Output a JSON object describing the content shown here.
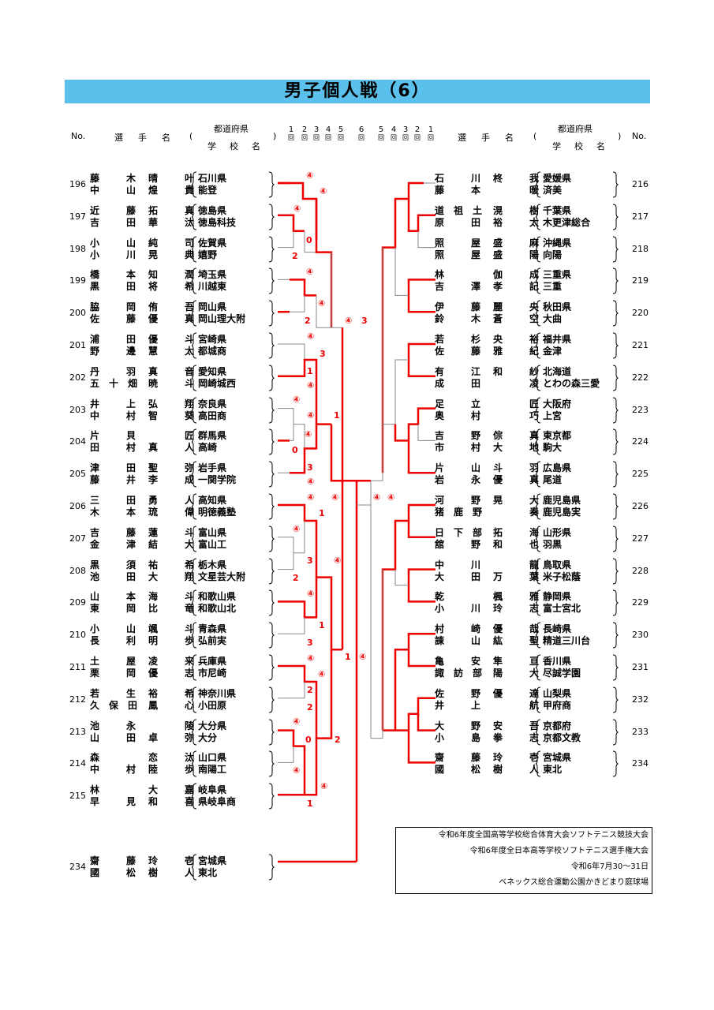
{
  "title": "男子個人戦（6）",
  "header": {
    "no": "No.",
    "player": "選　手　名",
    "pref": "都道府県",
    "school": "学　校　名",
    "rounds_left": [
      "1",
      "2",
      "3",
      "4",
      "5",
      "6"
    ],
    "rounds_right": [
      "6",
      "5",
      "4",
      "3",
      "2",
      "1"
    ],
    "round_mark": "回"
  },
  "left": [
    {
      "no": "196",
      "p": [
        [
          "藤木",
          "晴叶",
          "石川",
          "県"
        ],
        [
          "中山",
          "煌貴",
          "能",
          "登"
        ]
      ]
    },
    {
      "no": "197",
      "p": [
        [
          "近藤",
          "拓真",
          "徳島",
          "県"
        ],
        [
          "吉田",
          "華汰",
          "徳島科",
          "技"
        ]
      ]
    },
    {
      "no": "198",
      "p": [
        [
          "小山",
          "純司",
          "佐賀",
          "県"
        ],
        [
          "小川",
          "晃典",
          "嬉",
          "野"
        ]
      ]
    },
    {
      "no": "199",
      "p": [
        [
          "橋本",
          "知潤",
          "埼玉",
          "県"
        ],
        [
          "黒田",
          "将希",
          "川越",
          "東"
        ]
      ]
    },
    {
      "no": "200",
      "p": [
        [
          "脇岡",
          "侑吾",
          "岡山",
          "県"
        ],
        [
          "佐藤",
          "優真",
          "岡山理大",
          "附"
        ]
      ]
    },
    {
      "no": "201",
      "p": [
        [
          "浦田",
          "優斗",
          "宮崎",
          "県"
        ],
        [
          "野邊",
          "慧太",
          "都城",
          "商"
        ]
      ]
    },
    {
      "no": "202",
      "p": [
        [
          "丹羽",
          "真音",
          "愛知",
          "県"
        ],
        [
          "五十畑",
          "暁斗",
          "岡崎城",
          "西"
        ]
      ]
    },
    {
      "no": "203",
      "p": [
        [
          "井上",
          "弘翔",
          "奈良",
          "県"
        ],
        [
          "中村",
          "智葵",
          "高田",
          "商"
        ]
      ]
    },
    {
      "no": "204",
      "p": [
        [
          "片貝",
          "匠",
          "群馬",
          "県"
        ],
        [
          "田村",
          "真人",
          "高",
          "崎"
        ]
      ]
    },
    {
      "no": "205",
      "p": [
        [
          "津田",
          "聖弥",
          "岩手",
          "県"
        ],
        [
          "藤井",
          "李成",
          "一関学",
          "院"
        ]
      ]
    },
    {
      "no": "206",
      "p": [
        [
          "三田",
          "勇人",
          "高知",
          "県"
        ],
        [
          "木本",
          "琉偉",
          "明徳義",
          "塾"
        ]
      ]
    },
    {
      "no": "207",
      "p": [
        [
          "吉藤",
          "蓮斗",
          "富山",
          "県"
        ],
        [
          "金津",
          "結大",
          "富山",
          "工"
        ]
      ]
    },
    {
      "no": "208",
      "p": [
        [
          "黒須",
          "祐希",
          "栃木",
          "県"
        ],
        [
          "池田",
          "大翔",
          "文星芸大",
          "附"
        ]
      ]
    },
    {
      "no": "209",
      "p": [
        [
          "山本",
          "海斗",
          "和歌山",
          "県"
        ],
        [
          "東岡",
          "比竜",
          "和歌山",
          "北"
        ]
      ]
    },
    {
      "no": "210",
      "p": [
        [
          "小山",
          "颯斗",
          "青森",
          "県"
        ],
        [
          "長利",
          "明歩",
          "弘前",
          "実"
        ]
      ]
    },
    {
      "no": "211",
      "p": [
        [
          "土屋",
          "凌来",
          "兵庫",
          "県"
        ],
        [
          "栗岡",
          "優志",
          "市尼",
          "崎"
        ]
      ]
    },
    {
      "no": "212",
      "p": [
        [
          "若生",
          "裕希",
          "神奈川",
          "県"
        ],
        [
          "久保田",
          "鳳心",
          "小田",
          "原"
        ]
      ]
    },
    {
      "no": "213",
      "p": [
        [
          "池永",
          "陵",
          "大分",
          "県"
        ],
        [
          "山田",
          "卓弥",
          "大",
          "分"
        ]
      ]
    },
    {
      "no": "214",
      "p": [
        [
          "森",
          "恋汰",
          "山口",
          "県"
        ],
        [
          "中村",
          "陸歩",
          "南陽",
          "工"
        ]
      ]
    },
    {
      "no": "215",
      "p": [
        [
          "林",
          "大嘉",
          "岐阜",
          "県"
        ],
        [
          "早見",
          "和喜",
          "県岐阜",
          "商"
        ]
      ]
    }
  ],
  "right": [
    {
      "no": "216",
      "p": [
        [
          "石川",
          "柊我",
          "愛媛",
          "県"
        ],
        [
          "藤本",
          "暖",
          "済",
          "美"
        ]
      ]
    },
    {
      "no": "217",
      "p": [
        [
          "道祖土",
          "滉樹",
          "千葉",
          "県"
        ],
        [
          "原田",
          "裕太",
          "木更津総",
          "合"
        ]
      ]
    },
    {
      "no": "218",
      "p": [
        [
          "照屋",
          "盛麻",
          "沖縄",
          "県"
        ],
        [
          "照屋",
          "盛陽",
          "向",
          "陽"
        ]
      ]
    },
    {
      "no": "219",
      "p": [
        [
          "林",
          "伽成",
          "三重",
          "県"
        ],
        [
          "吉澤",
          "孝記",
          "三",
          "重"
        ]
      ]
    },
    {
      "no": "220",
      "p": [
        [
          "伊藤",
          "麗央",
          "秋田",
          "県"
        ],
        [
          "鈴木",
          "蒼空",
          "大",
          "曲"
        ]
      ]
    },
    {
      "no": "221",
      "p": [
        [
          "若杉",
          "央裕",
          "福井",
          "県"
        ],
        [
          "佐藤",
          "雅紀",
          "金",
          "津"
        ]
      ]
    },
    {
      "no": "222",
      "p": [
        [
          "有江",
          "和紗",
          "北海",
          "道"
        ],
        [
          "成田",
          "凌",
          "とわの森三",
          "愛"
        ]
      ]
    },
    {
      "no": "223",
      "p": [
        [
          "足立",
          "匠",
          "大阪",
          "府"
        ],
        [
          "奥村",
          "巧",
          "上",
          "宮"
        ]
      ]
    },
    {
      "no": "224",
      "p": [
        [
          "吉野",
          "倧真",
          "東京",
          "都"
        ],
        [
          "市村",
          "大地",
          "駒",
          "大"
        ]
      ]
    },
    {
      "no": "225",
      "p": [
        [
          "片山",
          "斗羽",
          "広島",
          "県"
        ],
        [
          "岩永",
          "優真",
          "尾",
          "道"
        ]
      ]
    },
    {
      "no": "226",
      "p": [
        [
          "河野",
          "晃大",
          "鹿児島",
          "県"
        ],
        [
          "猪鹿野",
          "奏",
          "鹿児島",
          "実"
        ]
      ]
    },
    {
      "no": "227",
      "p": [
        [
          "日下部",
          "拓海",
          "山形",
          "県"
        ],
        [
          "舘野",
          "和也",
          "羽",
          "黒"
        ]
      ]
    },
    {
      "no": "228",
      "p": [
        [
          "中川",
          "龍",
          "鳥取",
          "県"
        ],
        [
          "大田",
          "万葉",
          "米子松",
          "蔭"
        ]
      ]
    },
    {
      "no": "229",
      "p": [
        [
          "乾",
          "楓雅",
          "静岡",
          "県"
        ],
        [
          "小川",
          "玲志",
          "富士宮",
          "北"
        ]
      ]
    },
    {
      "no": "230",
      "p": [
        [
          "村崎",
          "優哉",
          "長崎",
          "県"
        ],
        [
          "諌山",
          "紘聖",
          "精道三川",
          "台"
        ]
      ]
    },
    {
      "no": "231",
      "p": [
        [
          "亀安",
          "隼亘",
          "香川",
          "県"
        ],
        [
          "諏訪部",
          "陽大",
          "尽誠学",
          "園"
        ]
      ]
    },
    {
      "no": "232",
      "p": [
        [
          "佐野",
          "優達",
          "山梨",
          "県"
        ],
        [
          "井上",
          "航",
          "甲府",
          "商"
        ]
      ]
    },
    {
      "no": "233",
      "p": [
        [
          "大野",
          "安吾",
          "京都",
          "府"
        ],
        [
          "小島",
          "拳志",
          "京都文",
          "教"
        ]
      ]
    },
    {
      "no": "234",
      "p": [
        [
          "齋藤",
          "玲壱",
          "宮城",
          "県"
        ],
        [
          "國松",
          "樹人",
          "東",
          "北"
        ]
      ]
    }
  ],
  "extra": {
    "no": "234",
    "p": [
      [
        "齋藤",
        "玲壱",
        "宮城",
        "県"
      ],
      [
        "國松",
        "樹人",
        "東",
        "北"
      ]
    ]
  },
  "scores_left": [
    "④",
    "④",
    "④",
    "0",
    "2",
    "④",
    "④",
    "2",
    "④",
    "3",
    "④",
    "3",
    "1",
    "④",
    "④",
    "④",
    "1",
    "④",
    "0",
    "3",
    "④",
    "④",
    "④",
    "1",
    "④",
    "3",
    "2",
    "④",
    "④",
    "1",
    "3",
    "④",
    "④",
    "2",
    "2",
    "④",
    "0",
    "2",
    "④",
    "④",
    "1",
    "1",
    "④",
    "④",
    "④"
  ],
  "footer": [
    "令和6年度全国高等学校総合体育大会ソフトテニス競技大会",
    "令和6年度全日本高等学校ソフトテニス選手権大会",
    "令和6年7月30～31日",
    "ベネックス総合運動公園かきどまり庭球場"
  ]
}
